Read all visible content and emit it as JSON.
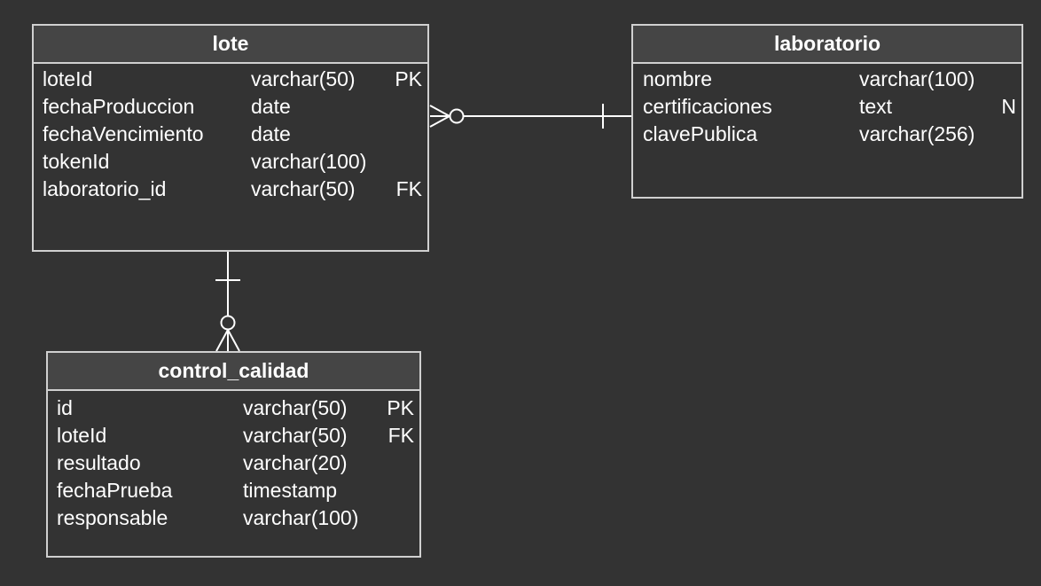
{
  "entities": {
    "lote": {
      "title": "lote",
      "fields": [
        {
          "name": "loteId",
          "type": "varchar(50)",
          "key": "PK"
        },
        {
          "name": "fechaProduccion",
          "type": "date",
          "key": ""
        },
        {
          "name": "fechaVencimiento",
          "type": "date",
          "key": ""
        },
        {
          "name": "tokenId",
          "type": "varchar(100)",
          "key": ""
        },
        {
          "name": "laboratorio_id",
          "type": "varchar(50)",
          "key": "FK"
        }
      ]
    },
    "laboratorio": {
      "title": "laboratorio",
      "fields": [
        {
          "name": "nombre",
          "type": "varchar(100)",
          "key": ""
        },
        {
          "name": "certificaciones",
          "type": "text",
          "key": "N"
        },
        {
          "name": "clavePublica",
          "type": "varchar(256)",
          "key": ""
        }
      ]
    },
    "control_calidad": {
      "title": "control_calidad",
      "fields": [
        {
          "name": "id",
          "type": "varchar(50)",
          "key": "PK"
        },
        {
          "name": "loteId",
          "type": "varchar(50)",
          "key": "FK"
        },
        {
          "name": "resultado",
          "type": "varchar(20)",
          "key": ""
        },
        {
          "name": "fechaPrueba",
          "type": "timestamp",
          "key": ""
        },
        {
          "name": "responsable",
          "type": "varchar(100)",
          "key": ""
        }
      ]
    }
  },
  "relationships": [
    {
      "from": "lote",
      "from_cardinality": "zero-or-many",
      "to": "laboratorio",
      "to_cardinality": "one"
    },
    {
      "from": "lote",
      "from_cardinality": "one",
      "to": "control_calidad",
      "to_cardinality": "zero-or-many"
    }
  ],
  "colors": {
    "background": "#333333",
    "header": "#454545",
    "border": "#d0d0d0",
    "text": "#ffffff"
  }
}
